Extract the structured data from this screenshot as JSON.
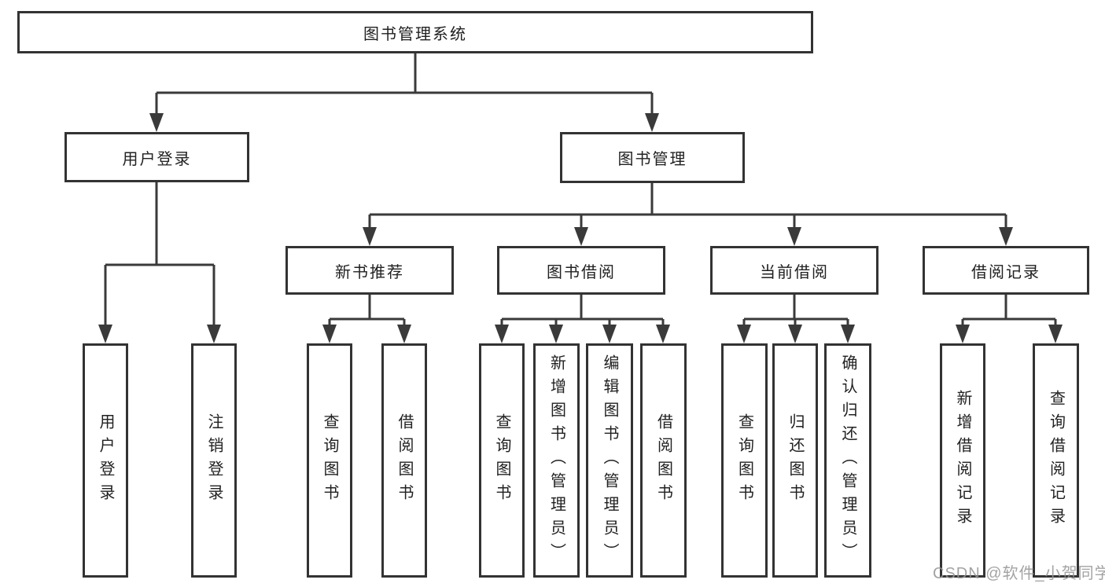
{
  "tree": {
    "root": {
      "label": "图书管理系统"
    },
    "level2": [
      {
        "id": "user-login",
        "label": "用户登录"
      },
      {
        "id": "book-management",
        "label": "图书管理"
      }
    ],
    "level3": [
      {
        "id": "new-book-recommend",
        "label": "新书推荐"
      },
      {
        "id": "book-borrow",
        "label": "图书借阅"
      },
      {
        "id": "current-borrow",
        "label": "当前借阅"
      },
      {
        "id": "borrow-records",
        "label": "借阅记录"
      }
    ],
    "leaves": {
      "user_login": [
        "用户登录",
        "注销登录"
      ],
      "new_book_recommend": [
        "查询图书",
        "借阅图书"
      ],
      "book_borrow": [
        "查询图书",
        "新增图书（管理员）",
        "编辑图书（管理员）",
        "借阅图书"
      ],
      "current_borrow": [
        "查询图书",
        "归还图书",
        "确认归还（管理员）"
      ],
      "borrow_records": [
        "新增借阅记录",
        "查询借阅记录"
      ]
    }
  },
  "watermark": {
    "text": "CSDN @软件_小贺同学",
    "color": "#969696"
  },
  "colors": {
    "line": "#3a3a3a",
    "box_border": "#333333",
    "text": "#212121",
    "background": "#ffffff"
  }
}
